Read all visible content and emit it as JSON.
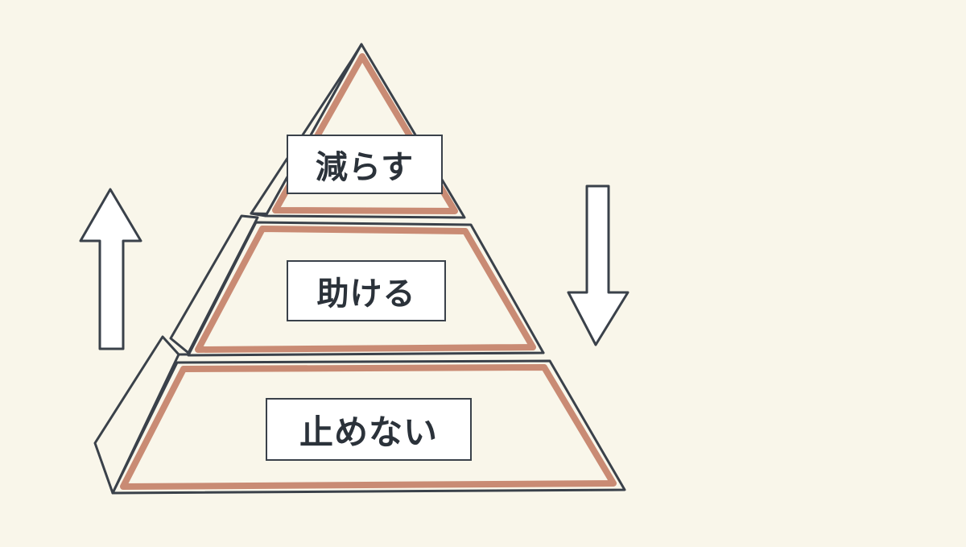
{
  "colors": {
    "background": "#f9f6ea",
    "outline": "#3a414a",
    "tier_band": "#c98b74",
    "tier_fill": "#f9f6ea",
    "label_bg": "#ffffff"
  },
  "pyramid": {
    "tiers": [
      {
        "label": "減らす"
      },
      {
        "label": "助ける"
      },
      {
        "label": "止めない"
      }
    ]
  },
  "arrows": {
    "left": {
      "direction": "up"
    },
    "right": {
      "direction": "down"
    }
  }
}
